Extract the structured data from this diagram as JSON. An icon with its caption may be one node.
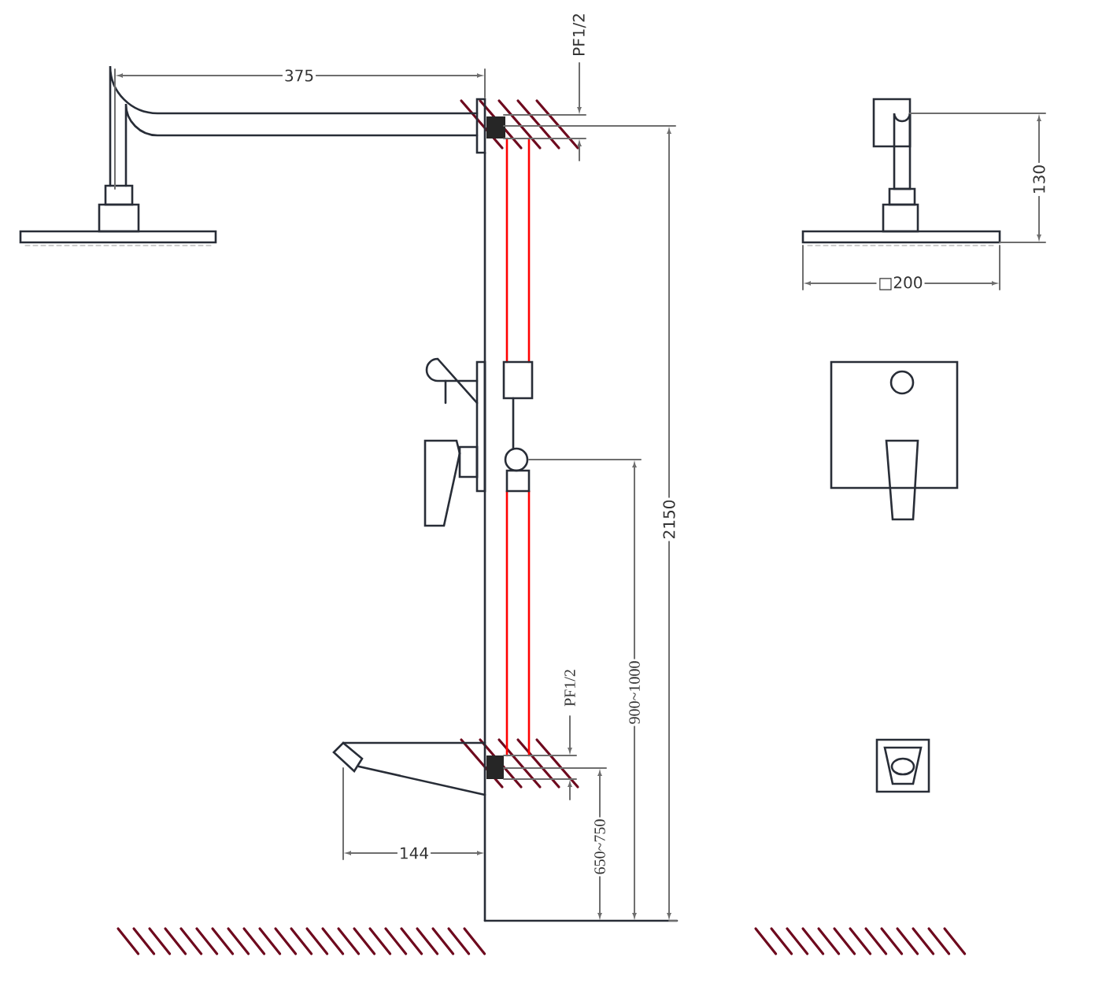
{
  "diagram": {
    "labels": [
      "375",
      "PF1/2",
      "130",
      "□200",
      "2150",
      "900~1000",
      "PF1/2",
      "650~750",
      "144"
    ]
  }
}
